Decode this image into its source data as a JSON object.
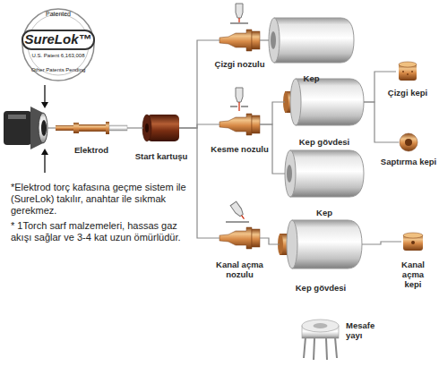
{
  "diagram": {
    "nodes": [
      {
        "text": [
          "Elektrod"
        ]
      },
      {
        "text": [
          "Start kartuşu"
        ]
      },
      {
        "text": [
          "Çizgi nozulu"
        ]
      },
      {
        "text": [
          "Kep"
        ]
      },
      {
        "text": [
          "Kesme nozulu"
        ]
      },
      {
        "text": [
          "Kep gövdesi"
        ]
      },
      {
        "text": [
          "Çizgi kepi"
        ]
      },
      {
        "text": [
          "Saptırma kepi"
        ]
      },
      {
        "text": [
          "Kep"
        ]
      },
      {
        "text": [
          "Kanal açma nozulu"
        ]
      },
      {
        "text": [
          "Kep gövdesi"
        ]
      },
      {
        "text": [
          "Kanal açma kepi"
        ]
      },
      {
        "text": [
          "Mesafe yayı"
        ]
      }
    ],
    "edges": [
      {
        "from": 0,
        "to": 1,
        "arrow": "none"
      },
      {
        "from": 1,
        "to": 2,
        "arrow": "none"
      },
      {
        "from": 1,
        "to": 4,
        "arrow": "none"
      },
      {
        "from": 1,
        "to": 9,
        "arrow": "none"
      },
      {
        "from": 2,
        "to": 3,
        "arrow": "none"
      },
      {
        "from": 4,
        "to": 5,
        "arrow": "none"
      },
      {
        "from": 4,
        "to": 8,
        "arrow": "none"
      },
      {
        "from": 5,
        "to": 6,
        "arrow": "none"
      },
      {
        "from": 5,
        "to": 7,
        "arrow": "none"
      },
      {
        "from": 9,
        "to": 10,
        "arrow": "none"
      },
      {
        "from": 10,
        "to": 11,
        "arrow": "none"
      }
    ],
    "labels": [
      "Patented",
      "SureLok™",
      "U.S. Patent 6,163,008",
      "Other Patents Pending",
      "*Elektrod torç kafasına geçme sistem ile (SureLok) takılır, anahtar ile sıkmak gerekmez.",
      "* 1Torch sarf malzemeleri, hassas gaz akışı sağlar ve 3-4 kat uzun ömürlüdür."
    ]
  }
}
